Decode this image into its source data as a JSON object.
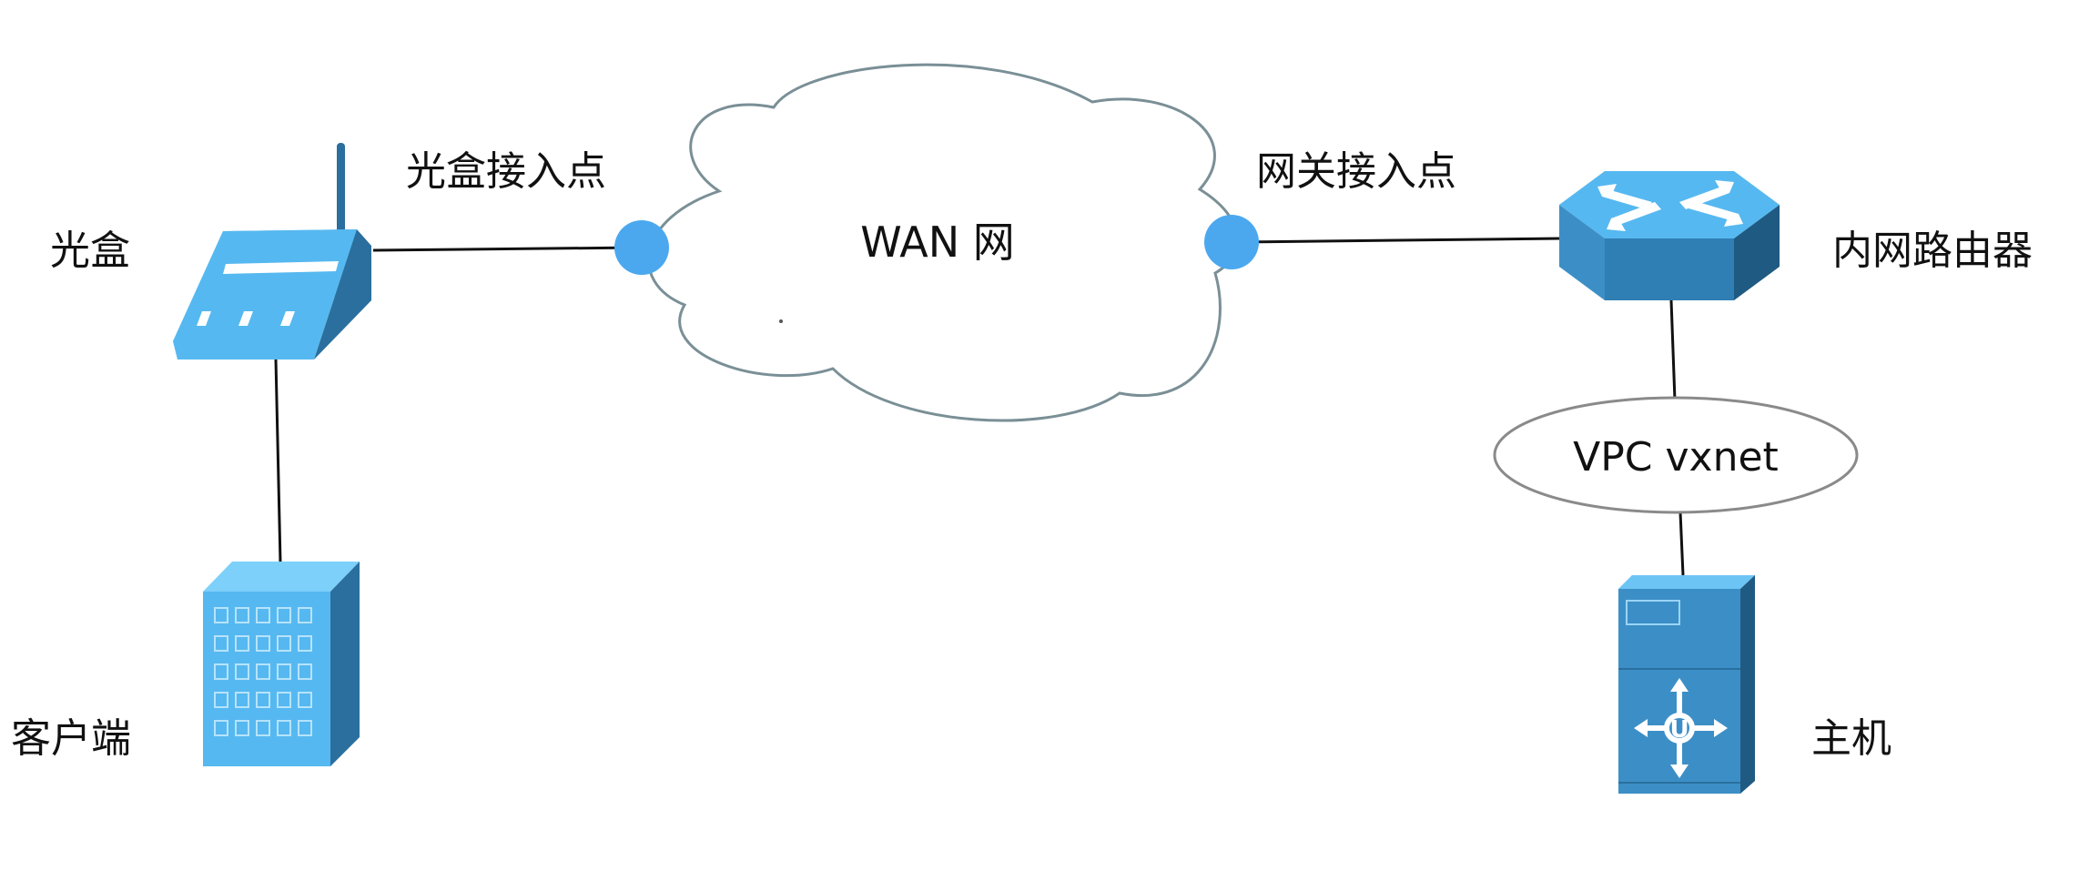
{
  "nodes": {
    "modem": {
      "label": "光盒"
    },
    "modem_access_point": {
      "label": "光盒接入点"
    },
    "client": {
      "label": "客户端"
    },
    "wan": {
      "label": "WAN 网"
    },
    "gateway_access_point": {
      "label": "网关接入点"
    },
    "router": {
      "label": "内网路由器"
    },
    "vpc": {
      "label": "VPC vxnet"
    },
    "host": {
      "label": "主机"
    }
  },
  "colors": {
    "device_light": "#56b8f0",
    "device_mid": "#3c8fc6",
    "device_dark": "#2a6f9e",
    "access_point": "#4ba8ee",
    "cloud_stroke": "#7a8f96",
    "line": "#111111"
  },
  "icons": {
    "modem": "modem-icon",
    "client": "building-icon",
    "router": "router-icon",
    "host": "server-icon",
    "wan": "cloud-icon"
  }
}
